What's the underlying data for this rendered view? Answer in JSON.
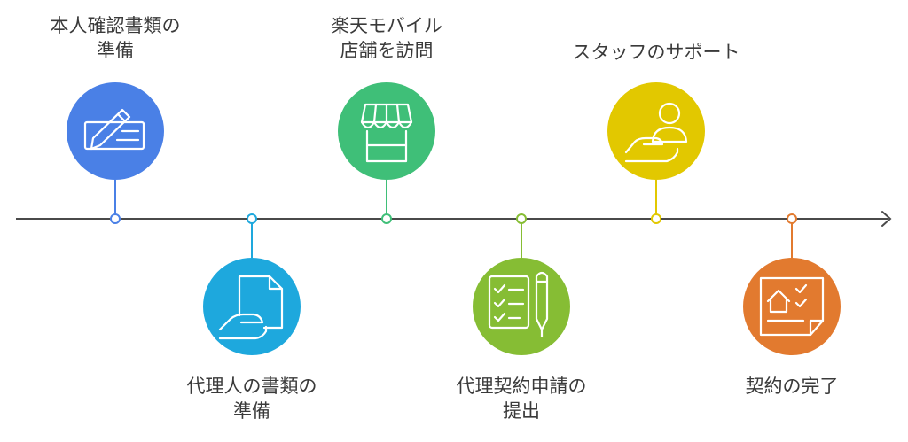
{
  "steps": [
    {
      "line1": "本人確認書類の",
      "line2": "準備",
      "color": "#4a80e6",
      "icon": "pen-card-icon"
    },
    {
      "line1": "代理人の書類の",
      "line2": "準備",
      "color": "#1ea8dd",
      "icon": "document-hand-icon"
    },
    {
      "line1": "楽天モバイル",
      "line2": "店舗を訪問",
      "color": "#3fbf78",
      "icon": "storefront-icon"
    },
    {
      "line1": "代理契約申請の",
      "line2": "提出",
      "color": "#86bd34",
      "icon": "checklist-pen-icon"
    },
    {
      "line1": "スタッフのサポート",
      "line2": "",
      "color": "#e2c800",
      "icon": "staff-support-icon"
    },
    {
      "line1": "契約の完了",
      "line2": "",
      "color": "#e27a2f",
      "icon": "house-checklist-icon"
    }
  ]
}
